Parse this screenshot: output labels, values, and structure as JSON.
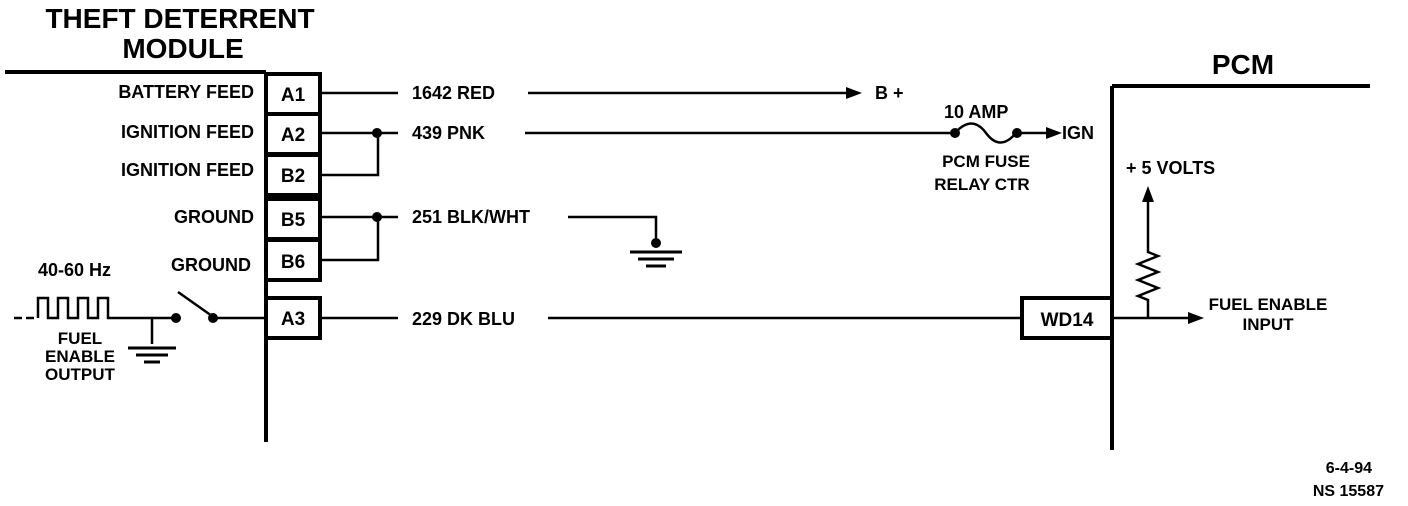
{
  "module": {
    "title_line1": "THEFT DETERRENT",
    "title_line2": "MODULE"
  },
  "pcm": {
    "title": "PCM"
  },
  "pins": [
    {
      "id": "A1",
      "label": "BATTERY FEED",
      "wire": "1642 RED"
    },
    {
      "id": "A2",
      "label": "IGNITION FEED",
      "wire": "439 PNK"
    },
    {
      "id": "B2",
      "label": "IGNITION FEED",
      "wire": ""
    },
    {
      "id": "B5",
      "label": "GROUND",
      "wire": "251 BLK/WHT"
    },
    {
      "id": "B6",
      "label": "GROUND",
      "wire": ""
    },
    {
      "id": "A3",
      "label": "",
      "wire": "229 DK BLU"
    }
  ],
  "battery_dest": "B +",
  "fuse": {
    "rating": "10 AMP",
    "location_line1": "PCM FUSE",
    "location_line2": "RELAY CTR",
    "dest": "IGN"
  },
  "signal": {
    "frequency": "40-60 Hz",
    "name_line1": "FUEL",
    "name_line2": "ENABLE",
    "name_line3": "OUTPUT"
  },
  "pcm_input": {
    "connector": "WD14",
    "reference": "+ 5 VOLTS",
    "label_line1": "FUEL ENABLE",
    "label_line2": "INPUT"
  },
  "footer": {
    "date": "6-4-94",
    "ref": "NS 15587"
  }
}
